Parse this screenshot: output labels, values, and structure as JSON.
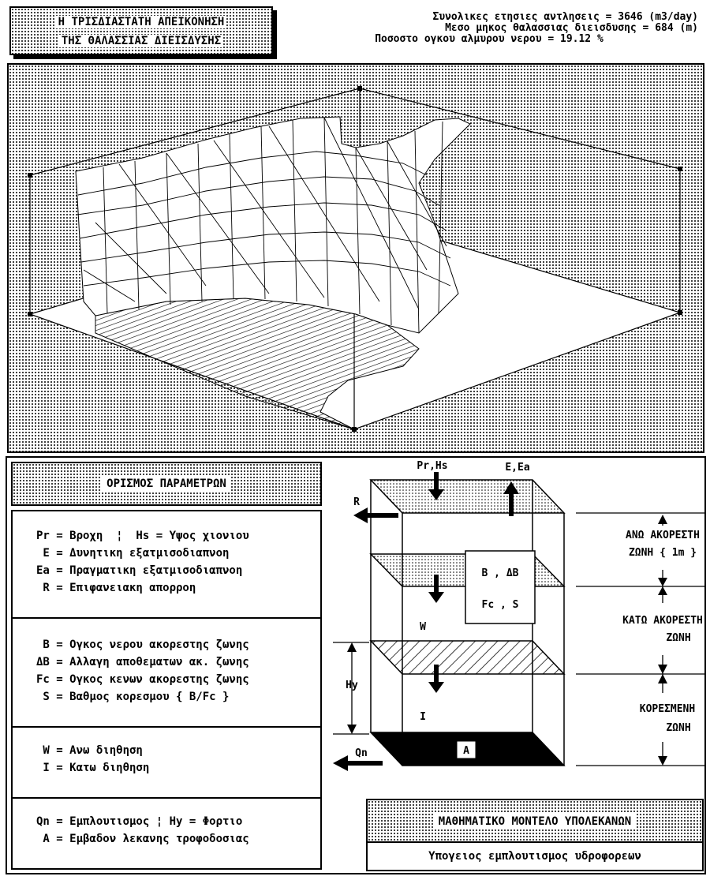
{
  "header": {
    "title_line1": "Η ΤΡΙΣΔΙΑΣΤΑΤΗ ΑΠΕΙΚΟΝΗΣΗ",
    "title_line2": "ΤΗΣ ΘΑΛΑΣΣΙΑΣ ΔΙΕΙΣΔΥΣΗΣ"
  },
  "stats": {
    "line1": "Συνολικες ετησιες αντλησεις = 3646 (m3/day)",
    "line2": "Μεσο μηκος θαλασσιας διεισδυσης =  684 (m)",
    "line3": "Ποσοστο ογκου αλμυρου νερου = 19.12 %"
  },
  "params": {
    "heading": "ΟΡΙΣΜΟΣ ΠΑΡΑΜΕΤΡΩΝ",
    "group1": [
      "Pr = Βροχη  ¦  Hs = Υψος χιονιου",
      " E = Δυνητικη εξατμισοδιαπνοη",
      "Ea = Πραγματικη εξατμισοδιαπνοη",
      " R = Επιφανειακη απορροη"
    ],
    "group2": [
      " B = Ογκος νερου ακορεστης ζωνης",
      "ΔB = Αλλαγη αποθεματων ακ. ζωνης",
      "Fc = Ογκος κενων ακορεστης ζωνης",
      " S = Βαθμος κορεσμου { B/Fc }"
    ],
    "group3": [
      " W = Ανω διηθηση",
      " I = Κατω διηθηση"
    ],
    "group4": [
      "Qn = Εμπλουτισμος ¦ Hy = Φορτιο",
      " A = Εμβαδον λεκανης τροφοδοσιας"
    ]
  },
  "diagram": {
    "label_pr_hs": "Pr,Hs",
    "label_e_ea": "E,Ea",
    "label_r": "R",
    "label_b_db": "B , ΔB",
    "label_fc_s": "Fc , S",
    "label_w": "W",
    "label_i": "I",
    "label_hy": "Hy",
    "label_qn": "Qn",
    "label_a": "A",
    "zone1_line1": "ΑΝΩ ΑΚΟΡΕΣΤΗ",
    "zone1_line2": "ΖΩΝΗ { 1m }",
    "zone2_line1": "ΚΑΤΩ ΑΚΟΡΕΣΤΗ",
    "zone2_line2": "ΖΩΝΗ",
    "zone3_line1": "ΚΟΡΕΣΜΕΝΗ",
    "zone3_line2": "ΖΩΝΗ"
  },
  "model": {
    "heading": "ΜΑΘΗΜΑΤΙΚΟ ΜΟΝΤΕΛΟ ΥΠΟΛΕΚΑΝΩΝ",
    "subtitle": "Υπογειος εμπλουτισμος υδροφορεων"
  }
}
